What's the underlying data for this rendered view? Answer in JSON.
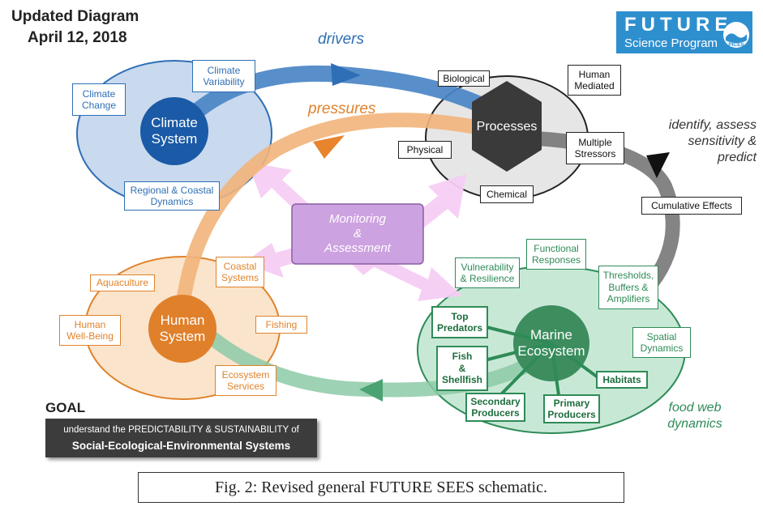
{
  "header": {
    "title": "Updated Diagram",
    "date": "April 12, 2018"
  },
  "logo": {
    "line1": "FUTURE",
    "line2": "Science Program",
    "emblem_text": "PICES"
  },
  "flows": {
    "drivers": "drivers",
    "pressures": "pressures",
    "identify": "identify, assess\nsensitivity &\npredict",
    "food_web": "food web\ndynamics"
  },
  "climate": {
    "center": "Climate\nSystem",
    "boxes": {
      "change": "Climate\nChange",
      "variability": "Climate\nVariability",
      "regional": "Regional & Coastal\nDynamics"
    }
  },
  "processes": {
    "center": "Processes",
    "boxes": {
      "biological": "Biological",
      "human_mediated": "Human\nMediated",
      "multiple": "Multiple\nStressors",
      "physical": "Physical",
      "chemical": "Chemical"
    }
  },
  "cumulative": "Cumulative Effects",
  "monitoring": "Monitoring\n&\nAssessment",
  "human": {
    "center": "Human\nSystem",
    "boxes": {
      "aquaculture": "Aquaculture",
      "coastal": "Coastal\nSystems",
      "wellbeing": "Human\nWell-Being",
      "fishing": "Fishing",
      "services": "Ecosystem\nServices"
    }
  },
  "marine": {
    "center": "Marine\nEcosystem",
    "boxes": {
      "vulnerability": "Vulnerability\n& Resilience",
      "functional": "Functional\nResponses",
      "thresholds": "Thresholds,\nBuffers &\nAmplifiers",
      "spatial": "Spatial\nDynamics",
      "top": "Top\nPredators",
      "fish": "Fish\n&\nShellfish",
      "habitats": "Habitats",
      "secondary": "Secondary\nProducers",
      "primary": "Primary\nProducers"
    }
  },
  "goal": {
    "title": "GOAL",
    "line1": "understand the PREDICTABILITY & SUSTAINABILITY of",
    "line2": "Social-Ecological-Environmental Systems"
  },
  "caption": "Fig. 2: Revised general FUTURE SEES schematic.",
  "colors": {
    "climate": "#1a5aa6",
    "climate_fill": "#c9d9ee",
    "drivers": "#3e7fc4",
    "pressures": "#f0b070",
    "human": "#e0802b",
    "human_fill": "#fbe4cc",
    "marine": "#3d8d5f",
    "marine_fill": "#bfe3cf",
    "processes": "#3a3a3a",
    "processes_fill": "#e4e4e4",
    "monitoring": "#cc9fdf",
    "pink_arrows": "#f5cdf3"
  }
}
